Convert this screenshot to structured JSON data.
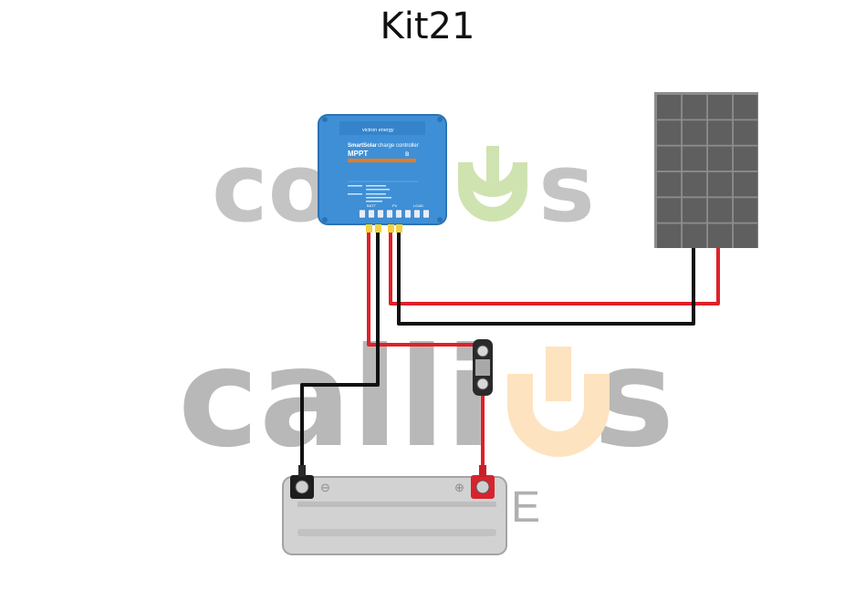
{
  "title": "Kit21",
  "watermark": {
    "top_prefix": "co",
    "top_suffix": "s",
    "bottom_prefix": "calli",
    "bottom_suffix": "s",
    "bottom_letter": "E"
  },
  "controller": {
    "brand": "victron energy",
    "line1": "SmartSolar",
    "line1_rest": "charge controller",
    "model": "MPPT",
    "terminal_labels": [
      "BATT",
      "PV",
      "LOAD"
    ]
  },
  "battery": {
    "negative_symbol": "⊖",
    "positive_symbol": "⊕"
  },
  "colors": {
    "positive_wire": "#e0202a",
    "negative_wire": "#111111",
    "controller_blue": "#3f8fd6",
    "watermark_gray": "#b8b8b8",
    "watermark_green": "#cfe3b0",
    "watermark_orange": "#fde3c0",
    "battery_gray": "#d2d2d2",
    "panel_gray": "#5f5f5f"
  }
}
